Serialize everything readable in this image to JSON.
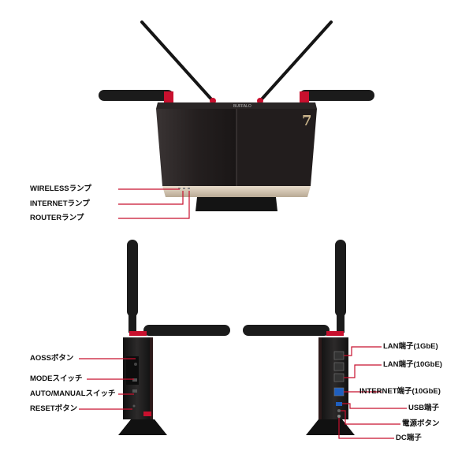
{
  "brand_logo": "BUFFALO",
  "model_badge": "7",
  "accent_color": "#c8102e",
  "front_view": {
    "labels": {
      "wireless": "WIRELESSランプ",
      "internet": "INTERNETランプ",
      "router": "ROUTERランプ"
    }
  },
  "left_side_view": {
    "labels": {
      "aoss": "AOSSボタン",
      "mode": "MODEスイッチ",
      "auto_manual": "AUTO/MANUALスイッチ",
      "reset": "RESETボタン"
    }
  },
  "right_side_view": {
    "labels": {
      "lan_1g": "LAN端子(1GbE)",
      "lan_10g": "LAN端子(10GbE)",
      "internet_10g": "INTERNET端子(10GbE)",
      "usb": "USB端子",
      "power": "電源ボタン",
      "dc": "DC端子"
    }
  }
}
